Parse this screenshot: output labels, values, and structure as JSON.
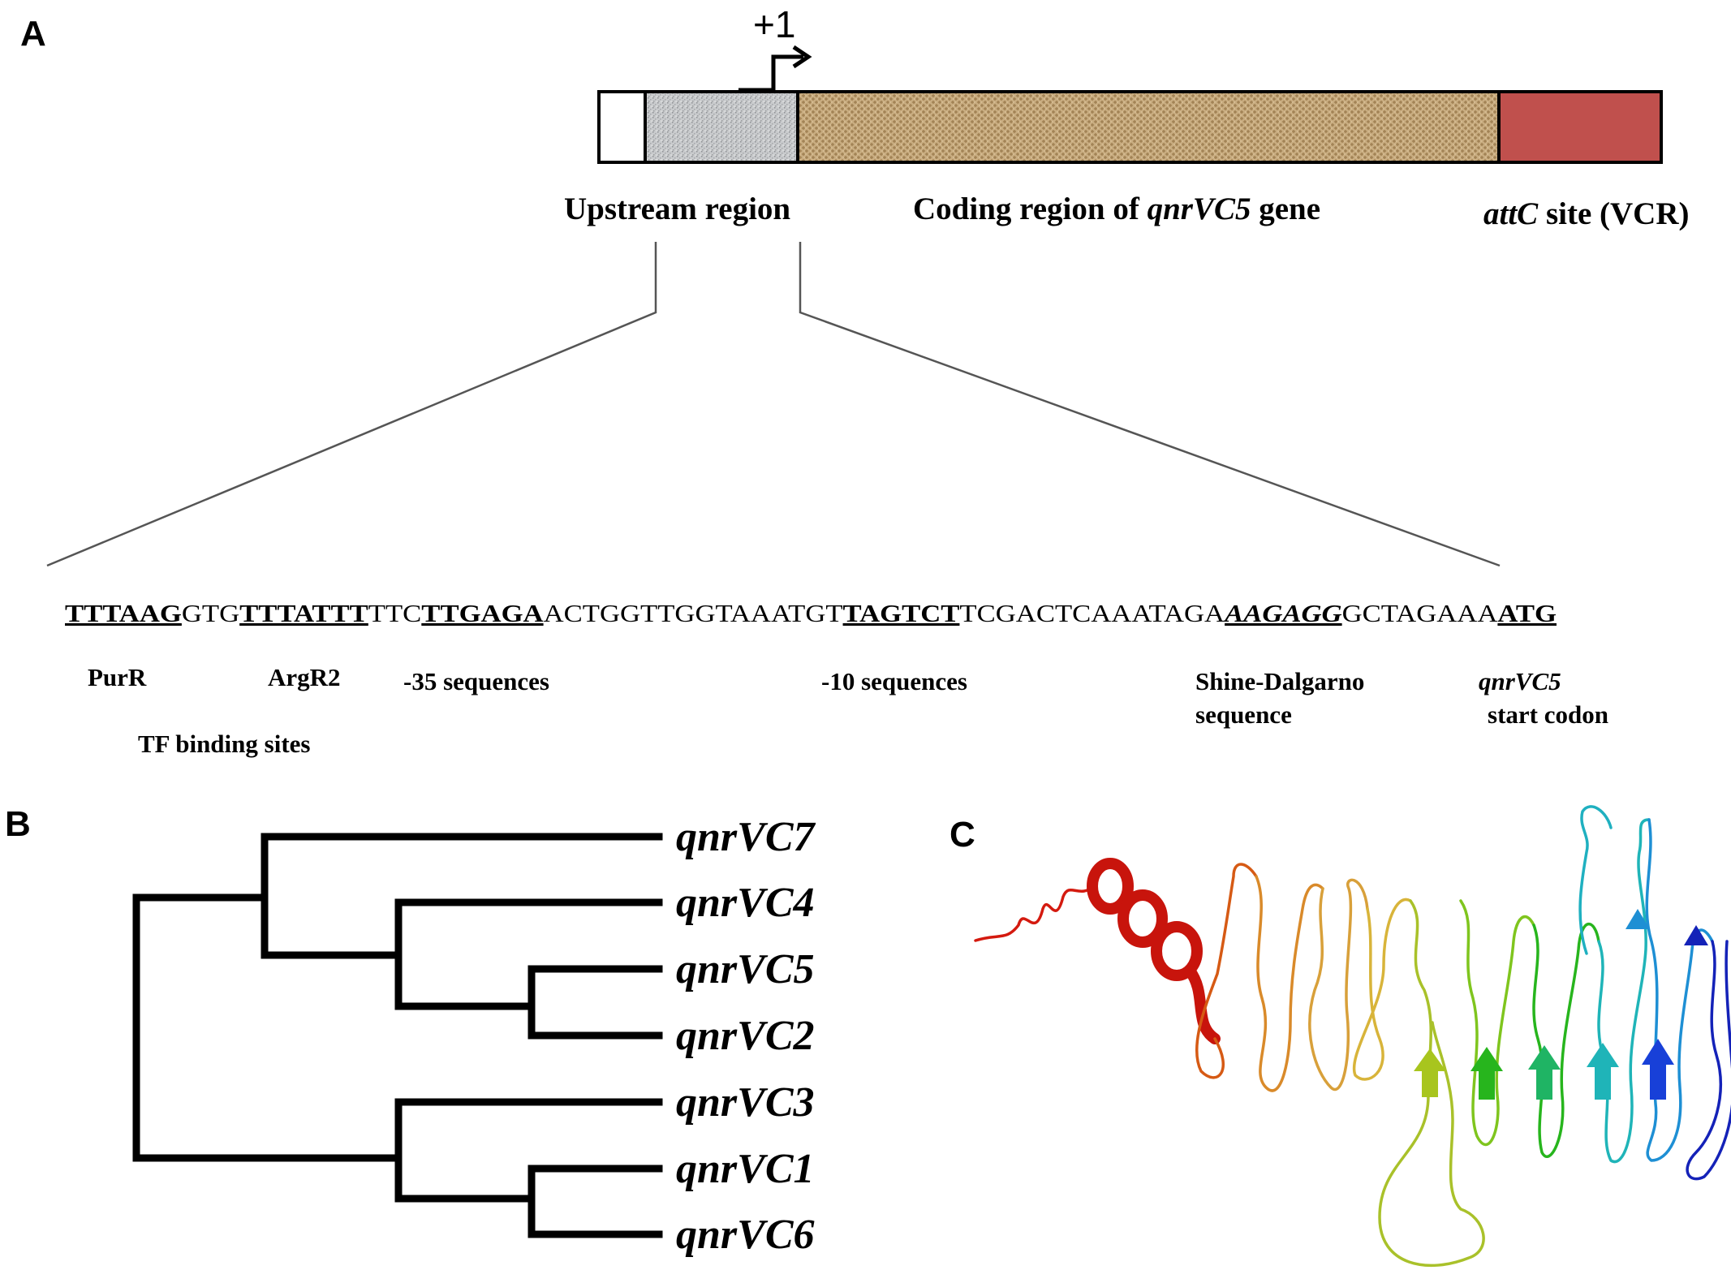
{
  "panels": {
    "a": "A",
    "b": "B",
    "c": "C"
  },
  "gene_map": {
    "tss_label": "+1",
    "upstream_label": "Upstream region",
    "coding_label_prefix": "Coding region of ",
    "coding_gene": "qnrVC5",
    "coding_label_suffix": " gene",
    "attc_italic": "attC",
    "attc_suffix": " site (VCR)",
    "colors": {
      "upstream_fill": "#c9cbcd",
      "coding_fill": "#c8ac80",
      "attc_fill": "#c0504d"
    }
  },
  "sequence": {
    "parts": [
      {
        "text": "TTTAAG",
        "style": "bold-underline"
      },
      {
        "text": "GTG",
        "style": "plain"
      },
      {
        "text": "TTTATTT",
        "style": "bold-underline"
      },
      {
        "text": "TTC",
        "style": "plain"
      },
      {
        "text": "TTGAGA",
        "style": "bold-underline"
      },
      {
        "text": "ACTGGTTGGTAAATGT",
        "style": "plain"
      },
      {
        "text": "TAGTCT",
        "style": "bold-underline"
      },
      {
        "text": "TCGACTCAAATAGA",
        "style": "plain"
      },
      {
        "text": "AAGAGG",
        "style": "bold-italic-underline"
      },
      {
        "text": "GCTAGAAA",
        "style": "plain"
      },
      {
        "text": "ATG",
        "style": "bold-underline"
      }
    ],
    "annotations": {
      "purr": "PurR",
      "argr2": "ArgR2",
      "minus35": "-35 sequences",
      "minus10": "-10 sequences",
      "sd_line1": "Shine-Dalgarno",
      "sd_line2": "sequence",
      "start_gene": "qnrVC5",
      "start_line2": "start codon",
      "tf": "TF binding sites"
    }
  },
  "tree": {
    "leaves": [
      "qnrVC7",
      "qnrVC4",
      "qnrVC5",
      "qnrVC2",
      "qnrVC3",
      "qnrVC1",
      "qnrVC6"
    ]
  },
  "structure": {
    "colors": [
      "#d41a0f",
      "#d65a14",
      "#d98a2a",
      "#d8b43a",
      "#c7c52d",
      "#7fc51e",
      "#27b51d",
      "#1fae6e",
      "#1fb4b8",
      "#1e8fd4",
      "#1840d8",
      "#1422b8"
    ]
  }
}
